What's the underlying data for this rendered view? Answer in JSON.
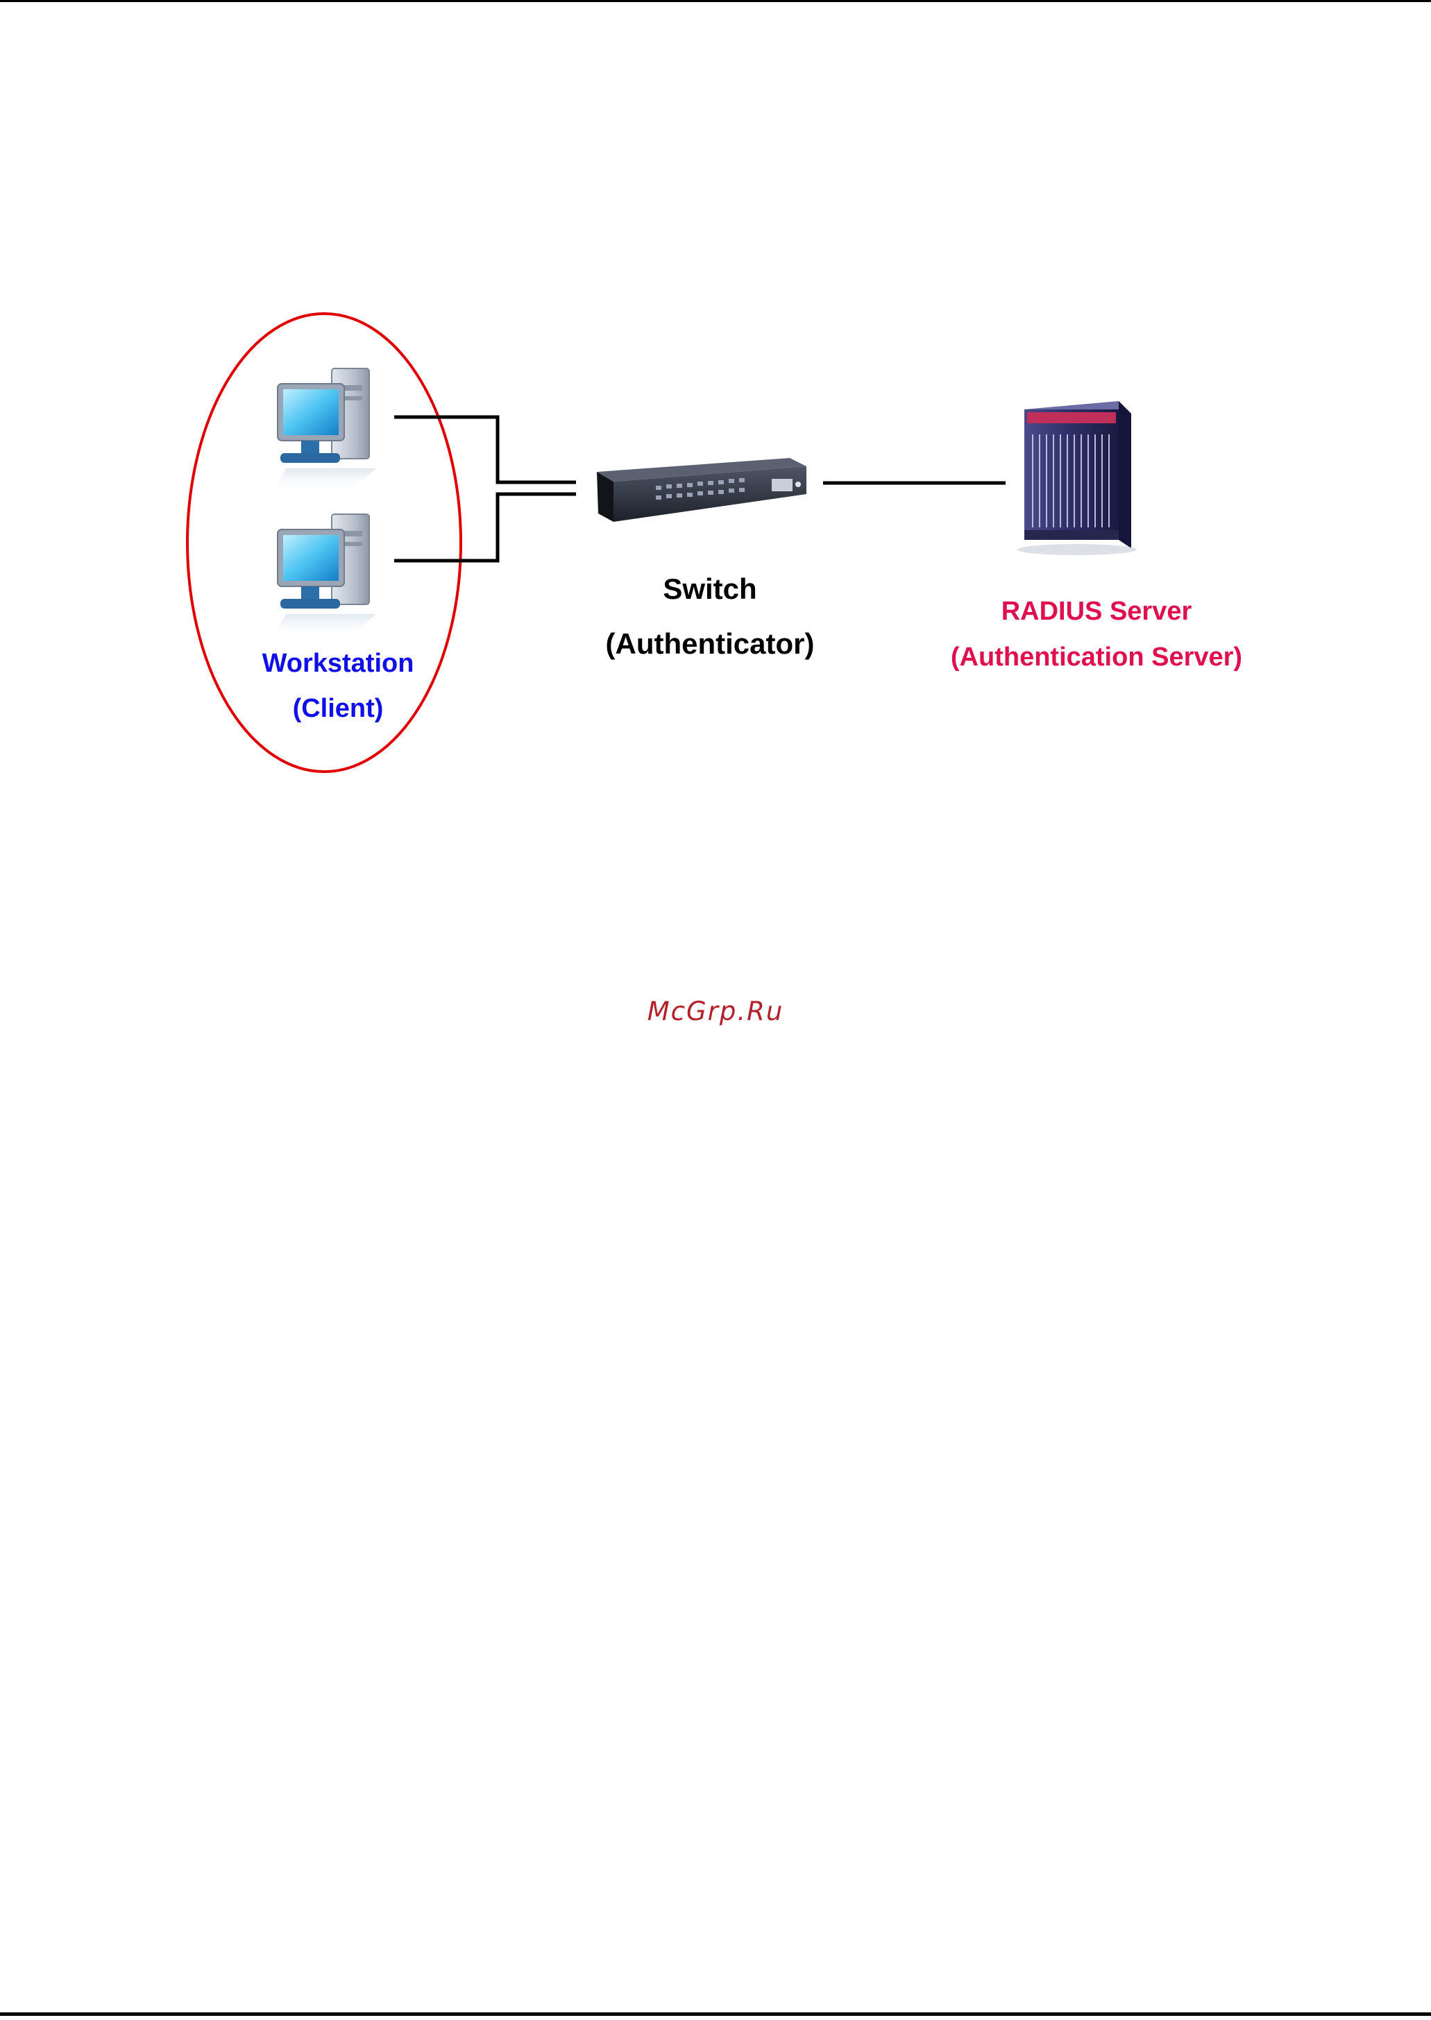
{
  "nodes": {
    "client": {
      "label_line1": "Workstation",
      "label_line2": "(Client)",
      "color": "#1010e6",
      "icon": "workstation-computer-icon",
      "count": 2
    },
    "switch": {
      "label_line1": "Switch",
      "label_line2": "(Authenticator)",
      "color": "#000000",
      "icon": "network-switch-icon"
    },
    "server": {
      "label_line1": "RADIUS Server",
      "label_line2": "(Authentication Server)",
      "color": "#e0104f",
      "icon": "server-rack-icon"
    }
  },
  "highlight": {
    "shape": "ellipse",
    "color": "#e00000",
    "encloses": "client"
  },
  "edges": [
    {
      "from": "client",
      "to": "switch"
    },
    {
      "from": "client",
      "to": "switch"
    },
    {
      "from": "switch",
      "to": "server"
    }
  ],
  "watermark": "McGrp.Ru"
}
